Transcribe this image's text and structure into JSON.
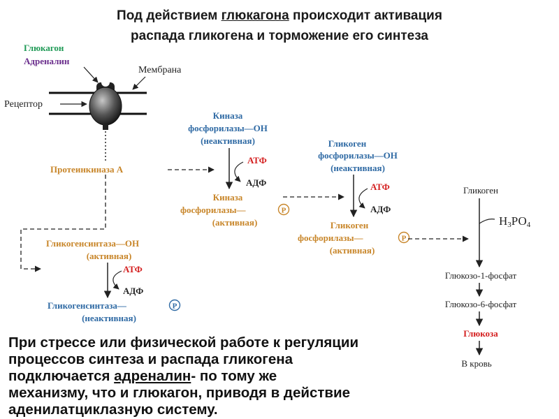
{
  "title": {
    "line1_pre": "Под действием ",
    "line1_u": "глюкагона",
    "line1_post": " происходит активация",
    "line2": "распада гликогена и торможение его синтеза"
  },
  "diagram": {
    "glucagon": "Глюкагон",
    "adrenaline": "Адреналин",
    "membrane": "Мембрана",
    "receptor": "Рецептор",
    "protein_kinase": "Протеинкиназа А",
    "kinase_inactive": [
      "Киназа",
      "фосфорилазы—ОН",
      "(неактивная)"
    ],
    "atf": "АТФ",
    "adf": "АДФ",
    "kinase_active": [
      "Киназа",
      "фосфорилазы—",
      "(активная)"
    ],
    "phosphorylase_inactive": [
      "Гликоген",
      "фосфорилазы—ОН",
      "(неактивная)"
    ],
    "phosphorylase_active": [
      "Гликоген",
      "фосфорилазы—",
      "(активная)"
    ],
    "p_symbol": "Р",
    "synthase_active": [
      "Гликогенсинтаза—ОН",
      "(активная)"
    ],
    "synthase_inactive": [
      "Гликогенсинтаза—",
      "(неактивная)"
    ],
    "glycogen": "Гликоген",
    "h3po4_h": "Н",
    "h3po4_3": "3",
    "h3po4_po": "РО",
    "h3po4_4": "4",
    "g1p": "Глюкозо-1-фосфат",
    "g6p": "Глюкозо-6-фосфат",
    "glucose": "Глюкоза",
    "blood": "В кровь"
  },
  "bottom": {
    "l1": "При стрессе или физической работе к регуляции",
    "l2": "процессов синтеза и распада гликогена",
    "l3_pre": "подключается ",
    "l3_u": "адреналин",
    "l3_post": "- по тому же",
    "l4": "механизму, что и глюкагон, приводя в действие",
    "l5": "аденилатциклазную систему."
  },
  "colors": {
    "green": "#1f9a56",
    "purple": "#6a2d8c",
    "blue": "#2f6aa4",
    "orange": "#c8862a",
    "red": "#d42020",
    "black": "#222222"
  }
}
